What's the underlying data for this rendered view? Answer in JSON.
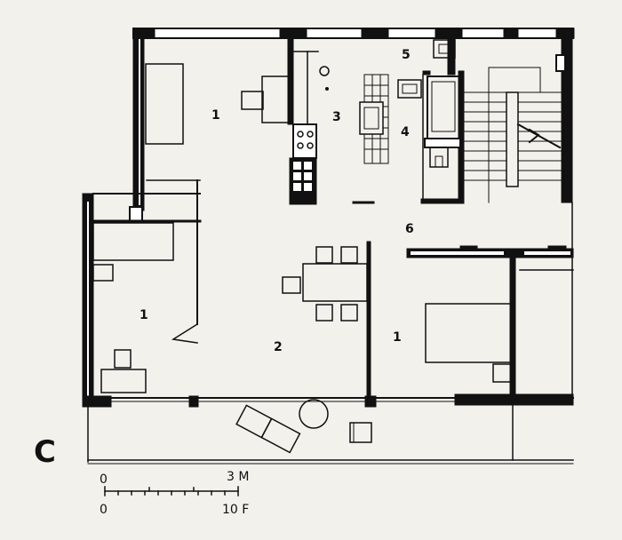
{
  "figure": {
    "letter": "C"
  },
  "rooms": [
    {
      "id": "room-1-upper-left",
      "label": "1"
    },
    {
      "id": "room-3-kitchen",
      "label": "3"
    },
    {
      "id": "room-5",
      "label": "5"
    },
    {
      "id": "room-4-bath",
      "label": "4"
    },
    {
      "id": "room-6-hall",
      "label": "6"
    },
    {
      "id": "room-1-left",
      "label": "1"
    },
    {
      "id": "room-2-living",
      "label": "2"
    },
    {
      "id": "room-1-right",
      "label": "1"
    }
  ],
  "scale": {
    "metric_start": "0",
    "metric_end": "3 M",
    "imperial_start": "0",
    "imperial_end": "10 F"
  },
  "colors": {
    "ink": "#111111",
    "paper": "#f2f1ec"
  }
}
